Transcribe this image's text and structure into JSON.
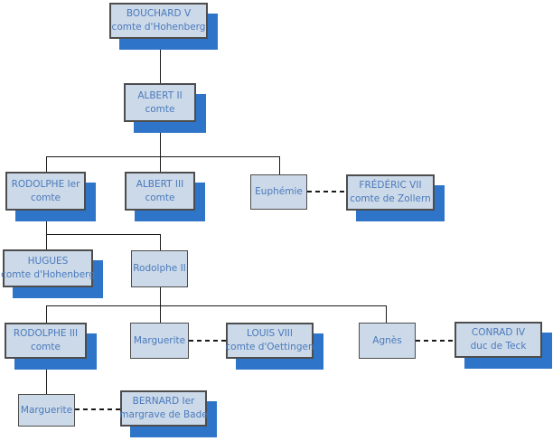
{
  "diagram": {
    "type": "family-tree",
    "colors": {
      "box_fill": "#ccd9e8",
      "box_border": "#4d4d4d",
      "drop_shadow_blue": "#2e74c8",
      "text_blue": "#4a7abd",
      "connector_line": "#1a1a1a",
      "background": "#ffffff"
    },
    "nodes": [
      {
        "name": "BOUCHARD V",
        "subtitle": "comte d'Hohenberg"
      },
      {
        "name": "ALBERT II",
        "subtitle": "comte"
      },
      {
        "name": "RODOLPHE Ier",
        "subtitle": "comte"
      },
      {
        "name": "ALBERT III",
        "subtitle": "comte"
      },
      {
        "name": "Euphémie",
        "subtitle": ""
      },
      {
        "name": "FRÉDÉRIC VII",
        "subtitle": "comte de Zollern"
      },
      {
        "name": "HUGUES",
        "subtitle": "comte d'Hohenberg"
      },
      {
        "name": "Rodolphe II",
        "subtitle": ""
      },
      {
        "name": "RODOLPHE III",
        "subtitle": "comte"
      },
      {
        "name": "Marguerite",
        "subtitle": ""
      },
      {
        "name": "LOUIS VIII",
        "subtitle": "comte d'Oettingen"
      },
      {
        "name": "Agnès",
        "subtitle": ""
      },
      {
        "name": "CONRAD IV",
        "subtitle": "duc de Teck"
      },
      {
        "name": "Marguerite",
        "subtitle": ""
      },
      {
        "name": "BERNARD Ier",
        "subtitle": "margrave de Bade"
      }
    ]
  }
}
